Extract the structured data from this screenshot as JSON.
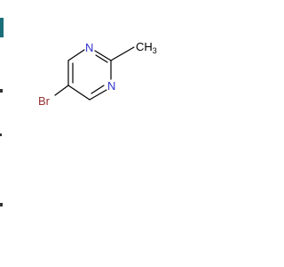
{
  "molecule": {
    "atoms": {
      "n1": "N",
      "n3": "N",
      "br": "Br",
      "ch3_main": "CH",
      "ch3_sub": "3"
    },
    "colors": {
      "nitrogen": "#3030cc",
      "bromine": "#993333",
      "carbon": "#000000",
      "edge_artifact": "#1a6e78"
    }
  }
}
